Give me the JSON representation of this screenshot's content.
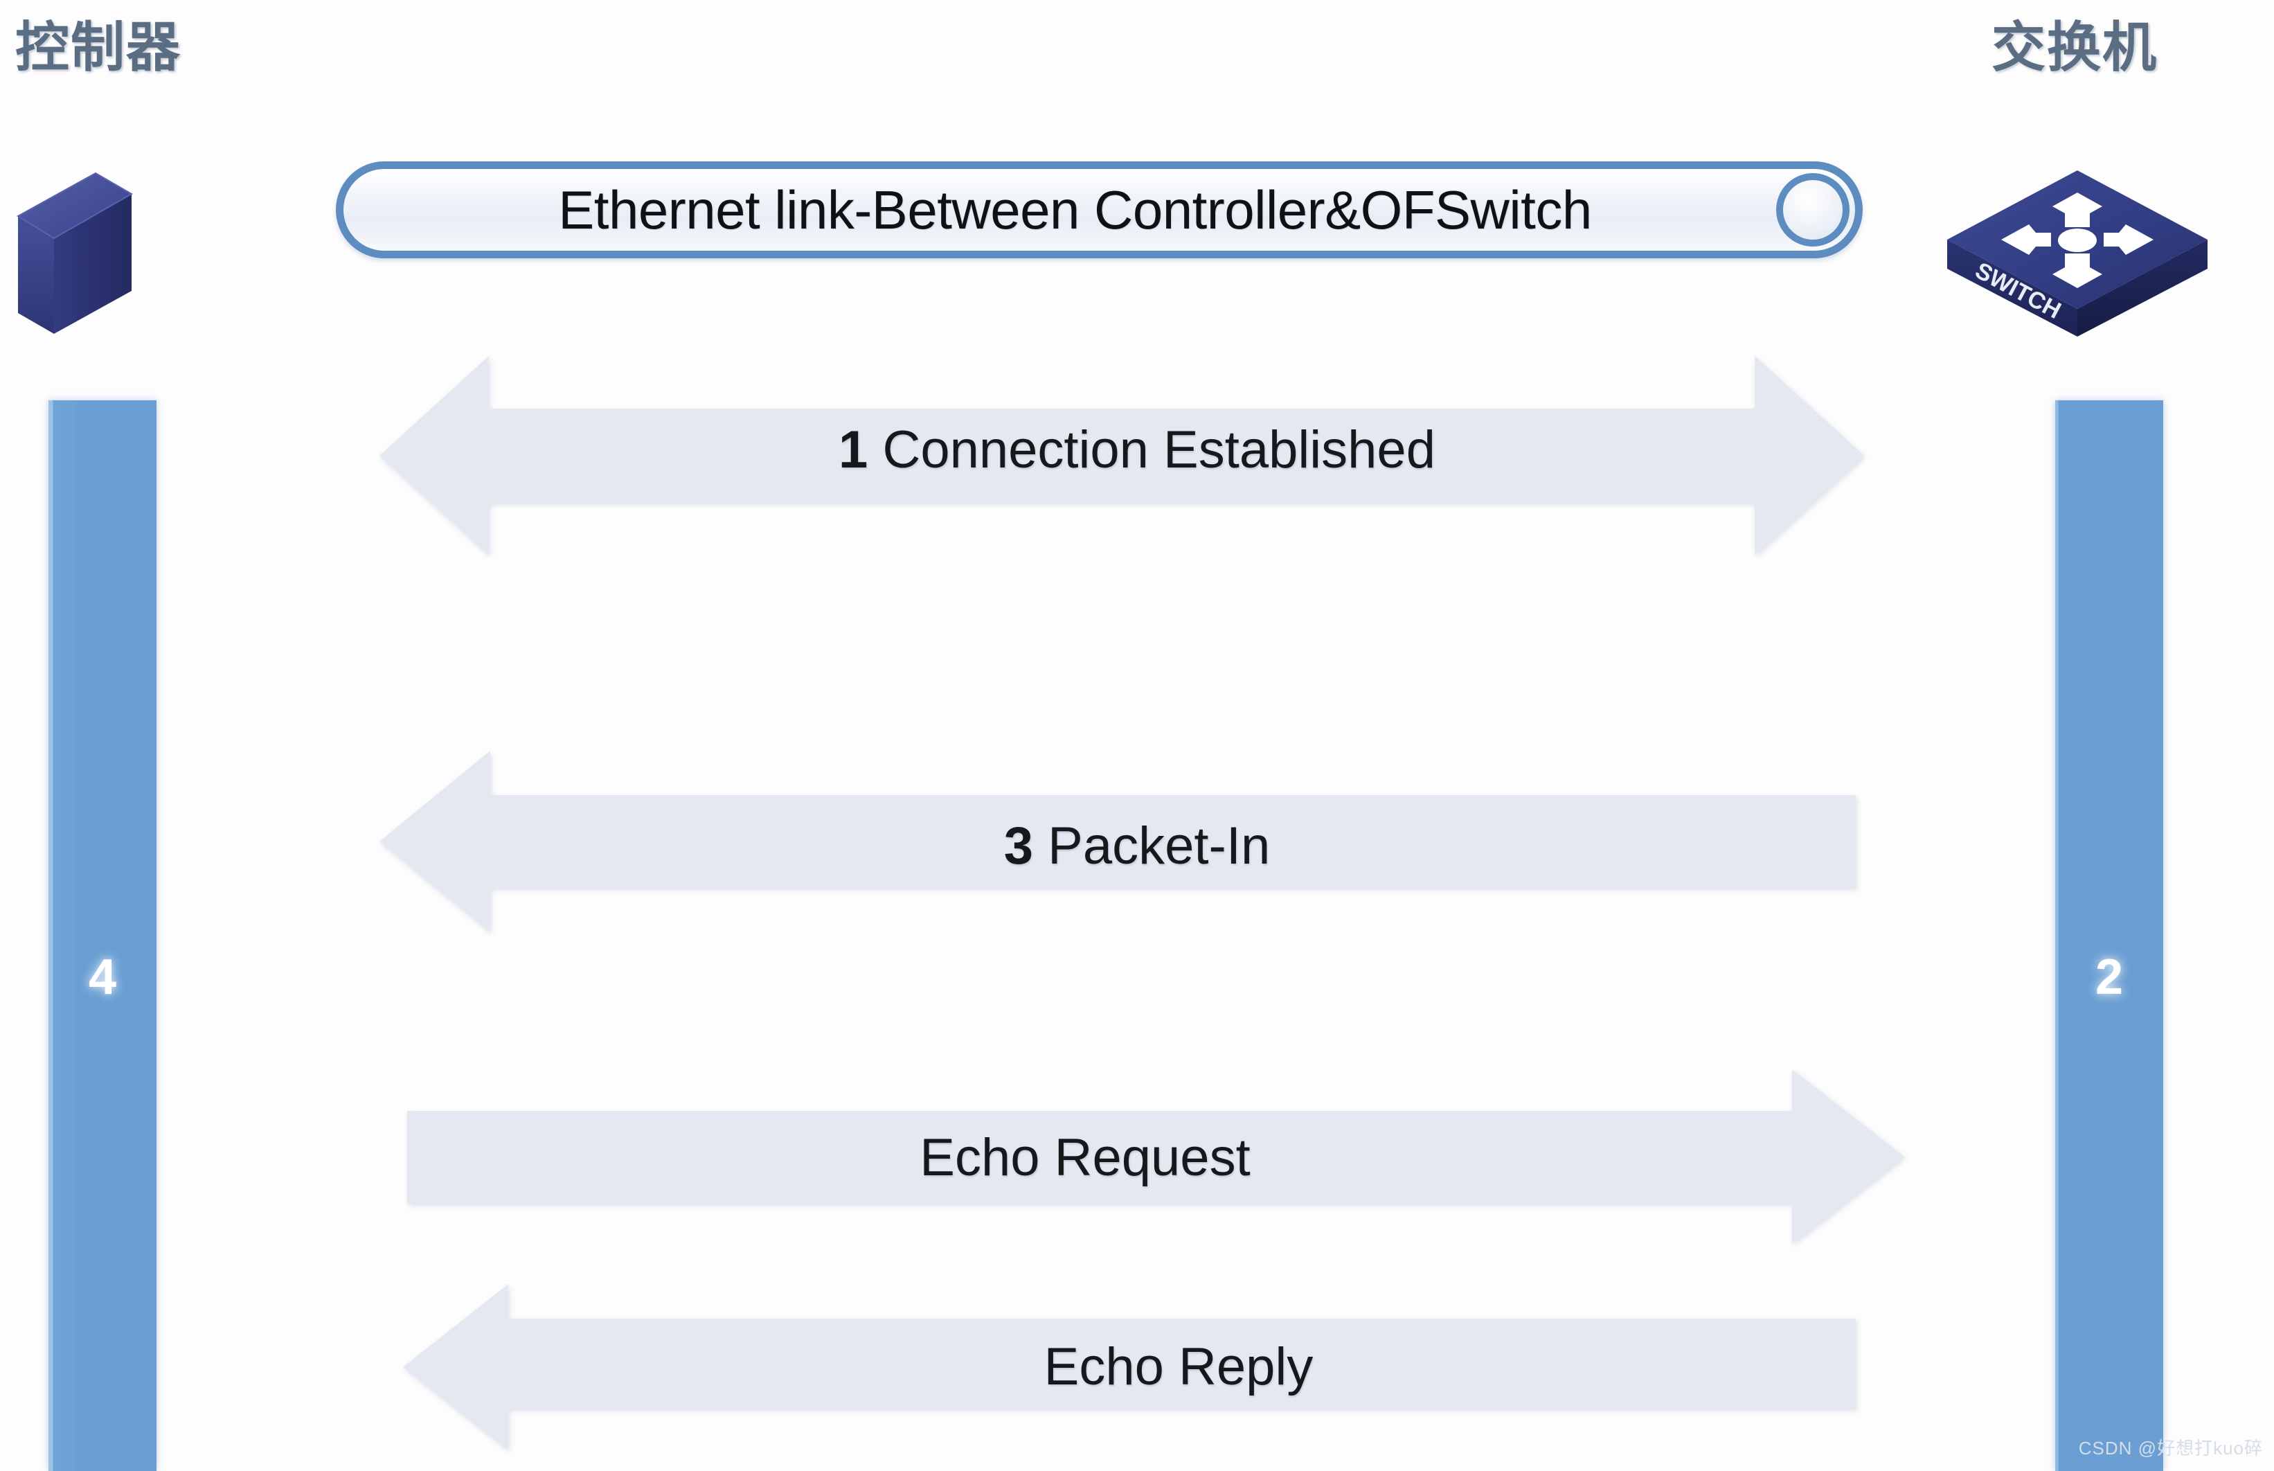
{
  "diagram": {
    "title": "OpenFlow Controller and Switch message exchange",
    "background_color": "#fdfdfe"
  },
  "endpoints": {
    "left": {
      "label": "控制器",
      "icon": "controller-box-icon",
      "lifeline_number": "4",
      "lifeline_color": "#6b9fd3"
    },
    "right": {
      "label": "交换机",
      "icon": "switch-device-icon",
      "icon_text": "SWITCH",
      "lifeline_number": "2",
      "lifeline_color": "#6b9fd3"
    }
  },
  "banner": {
    "text": "Ethernet link-Between Controller&OFSwitch",
    "border_color": "#5d8cc0",
    "knob_icon": "circle-knob-icon"
  },
  "messages": [
    {
      "step": "1",
      "label": "Connection Established",
      "direction": "bidirectional",
      "fill_color": "#e4e8f0"
    },
    {
      "step": "3",
      "label": "Packet-In",
      "direction": "right-to-left",
      "fill_color": "#e4e8f0"
    },
    {
      "step": "",
      "label": "Echo Request",
      "direction": "left-to-right",
      "fill_color": "#e4e8f0"
    },
    {
      "step": "",
      "label": "Echo Reply",
      "direction": "right-to-left",
      "fill_color": "#e4e8f0"
    }
  ],
  "watermark": {
    "text": "CSDN @好想打kuo碎"
  }
}
